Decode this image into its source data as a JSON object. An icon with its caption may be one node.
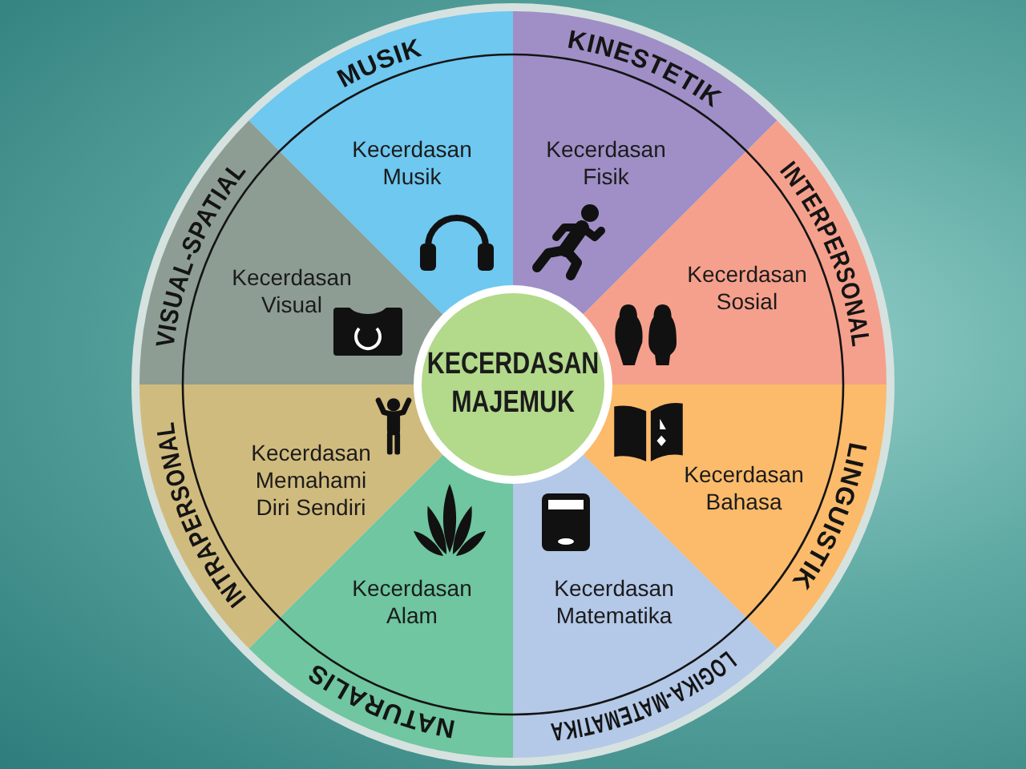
{
  "diagram": {
    "nodes": [
      {
        "text": [
          "KECERDASAN MAJEMUK"
        ]
      },
      {
        "text": [
          "MUSIK",
          "Kecerdasan Musik"
        ]
      },
      {
        "text": [
          "KINESTETIK",
          "Kecerdasan Fisik"
        ]
      },
      {
        "text": [
          "INTERPERSONAL",
          "Kecerdasan Sosial"
        ]
      },
      {
        "text": [
          "LINGUISTIK",
          "Kecerdasan Bahasa"
        ]
      },
      {
        "text": [
          "Kecerdasan Matematika",
          "LOGIKA-MATEMATIKA"
        ]
      },
      {
        "text": [
          "Kecerdasan Alam",
          "NATURALIS"
        ]
      },
      {
        "text": [
          "INTRAPERSONAL",
          "Kecerdasan Memahami Diri Sendiri"
        ]
      },
      {
        "text": [
          "VISUAL-SPATIAL",
          "Kecerdasan Visual"
        ]
      }
    ]
  }
}
